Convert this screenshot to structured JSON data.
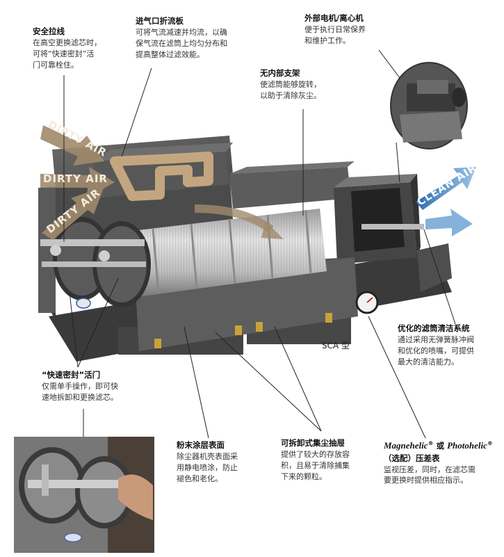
{
  "callouts": {
    "safety_cable": {
      "title": "安全拉线",
      "lines": [
        "在高空更换滤芯时，",
        "可将“快速密封”活",
        "门可靠栓住。"
      ]
    },
    "baffle": {
      "title": "进气口折流板",
      "lines": [
        "可将气流减速并均流，以确",
        "保气流在滤筒上均匀分布和",
        "提高整体过滤效能。"
      ]
    },
    "motor": {
      "title": "外部电机/离心机",
      "lines": [
        "便于执行日常保养",
        "和维护工作。"
      ]
    },
    "no_support": {
      "title": "无内部支架",
      "lines": [
        "使滤筒能够旋转，",
        "以助于清除灰尘。"
      ]
    },
    "cleaning": {
      "title": "优化的滤筒清洁系统",
      "lines": [
        "通过采用无弹簧脉冲阀",
        "和优化的喷嘴，可提供",
        "最大的清洁能力。"
      ]
    },
    "quick_seal": {
      "title": "“快速密封”活门",
      "lines": [
        "仅需单手操作，即可快",
        "速地拆卸和更换滤芯。"
      ]
    },
    "powder_coat": {
      "title": "粉末涂层表面",
      "lines": [
        "除尘器机壳表面采",
        "用静电喷涂，防止",
        "褪色和老化。"
      ]
    },
    "drawer": {
      "title": "可拆卸式集尘抽屉",
      "lines": [
        "提供了较大的存放容",
        "积，且易于清除捕集",
        "下来的颗粒。"
      ]
    },
    "gauge": {
      "title_brand1": "Magnehelic",
      "title_reg1": "®",
      "title_or": " 或 ",
      "title_brand2": "Photohelic",
      "title_reg2": "®",
      "title_line2": "（选配）压差表",
      "lines": [
        "监视压差，同时，在滤芯需",
        "要更换时提供相应指示。"
      ]
    }
  },
  "model_label": "SCA 型",
  "air_labels": {
    "dirty_top": "DIRTY AIR",
    "dirty_mid": "DIRTY AIR",
    "dirty_bottom": "DIRTY AIR",
    "clean": "CLEAN AIR"
  },
  "colors": {
    "housing": "#5f5f5f",
    "housing_dark": "#3e3e3e",
    "housing_light": "#7a7a7a",
    "arrow_dirty": "#a08a6c",
    "arrow_clean": "#5f95c6",
    "filter": "#c8c8c8",
    "leader": "#222222"
  },
  "icons": [
    "gauge-icon",
    "handle-icon"
  ]
}
